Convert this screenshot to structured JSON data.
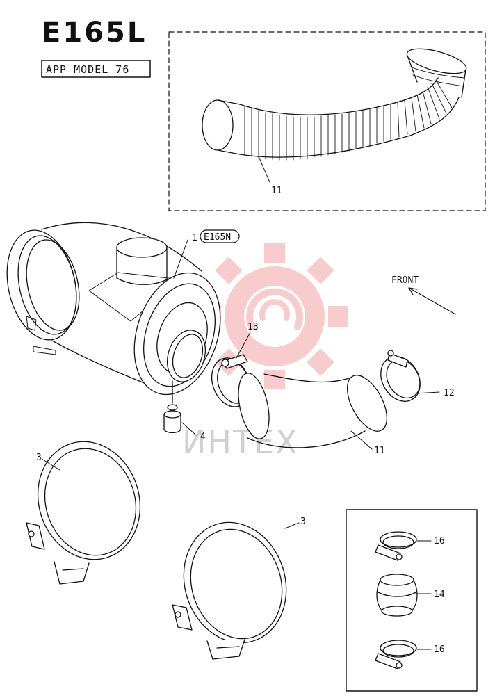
{
  "header": {
    "title": "E165L",
    "model_label": "APP MODEL 76"
  },
  "orientation": {
    "label": "FRONT"
  },
  "callouts": {
    "hose_flex": "11",
    "air_cleaner": "1",
    "air_cleaner_code": "E165N",
    "clamp_13": "13",
    "clamp_12": "12",
    "valve_4": "4",
    "hose_11": "11",
    "band_left": "3",
    "band_right": "3",
    "kit_clamp_top": "16",
    "kit_coupler": "14",
    "kit_clamp_bottom": "16"
  },
  "watermark": {
    "brand_text": "ИНТЕХ",
    "color": "#f4a3a3"
  },
  "colors": {
    "line": "#111111"
  }
}
